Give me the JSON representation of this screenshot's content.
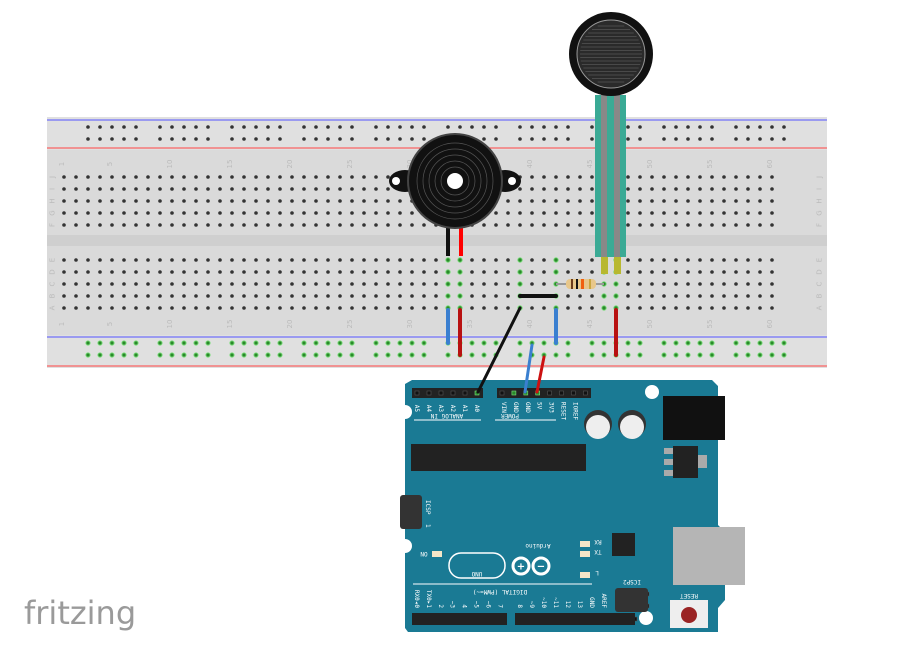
{
  "logo": "fritzing",
  "breadboard": {
    "columns": 60,
    "column_labels": [
      "1",
      "5",
      "10",
      "15",
      "20",
      "25",
      "30",
      "35",
      "40",
      "45",
      "50",
      "55",
      "60"
    ],
    "rows_top": [
      "J",
      "I",
      "H",
      "G",
      "F"
    ],
    "rows_bottom": [
      "E",
      "D",
      "C",
      "B",
      "A"
    ]
  },
  "components": {
    "buzzer": "piezo-buzzer",
    "sensor": "force-sensitive-resistor",
    "resistor": "resistor"
  },
  "arduino": {
    "analog_pins": [
      "A5",
      "A4",
      "A3",
      "A2",
      "A1",
      "A0"
    ],
    "analog_label": "ANALOG IN",
    "power_pins": [
      "VIN",
      "GND",
      "GND",
      "5V",
      "3V3",
      "RESET",
      "IOREF"
    ],
    "power_label": "POWER",
    "digital_pins_left": [
      "RX0◂0",
      "TX0▸1",
      "2",
      "~3",
      "4",
      "~5",
      "~6",
      "7"
    ],
    "digital_pins_right": [
      "8",
      "~9",
      "~10",
      "~11",
      "12",
      "13",
      "GND",
      "AREF"
    ],
    "digital_label": "DIGITAL (PWM=~)",
    "icsp": "ICSP",
    "icsp_num": "1",
    "icsp2": "ICSP2",
    "on": "ON",
    "rx": "RX",
    "tx": "TX",
    "l": "L",
    "reset": "RESET",
    "brand": "Arduino",
    "model": "UNO"
  },
  "colors": {
    "board": "#1a7a94",
    "breadboard": "#e0e0e0",
    "rail_red": "#ff4444",
    "rail_blue": "#5555ff",
    "wire_red": "#cc1111",
    "wire_blue": "#3a7fd0",
    "wire_black": "#222222",
    "fsr_tail": "#3aaa95"
  }
}
